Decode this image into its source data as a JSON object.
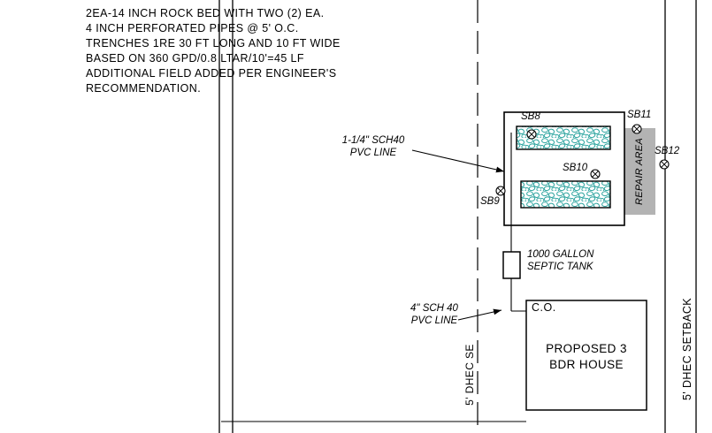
{
  "notes": {
    "lines": [
      "2EA-14 INCH ROCK BED WITH TWO (2) EA.",
      "4 INCH PERFORATED PIPES @ 5' O.C.",
      "TRENCHES 1RE 30 FT LONG AND 10 FT WIDE",
      "BASED ON 360 GPD/0.8 LTAR/10'=45 LF",
      "ADDITIONAL FIELD ADDED PER ENGINEER'S",
      "RECOMMENDATION."
    ]
  },
  "markers": {
    "sb8": "SB8",
    "sb9": "SB9",
    "sb10": "SB10",
    "sb11": "SB11",
    "sb12": "SB12"
  },
  "labels": {
    "repair_area": "REPAIR AREA",
    "pvc_small_line1": "1-1/4\" SCH40",
    "pvc_small_line2": "PVC LINE",
    "septic_line1": "1000 GALLON",
    "septic_line2": "SEPTIC TANK",
    "pvc_big_line1": "4\" SCH 40",
    "pvc_big_line2": "PVC LINE",
    "cleanout": "C.O.",
    "house_line1": "PROPOSED 3",
    "house_line2": "BDR HOUSE",
    "setback_left": "5' DHEC SE",
    "setback_right": "5' DHEC SETBACK"
  },
  "colors": {
    "line": "#000000",
    "rock": "#2aa39e",
    "repair_fill": "#b3b3b3"
  }
}
